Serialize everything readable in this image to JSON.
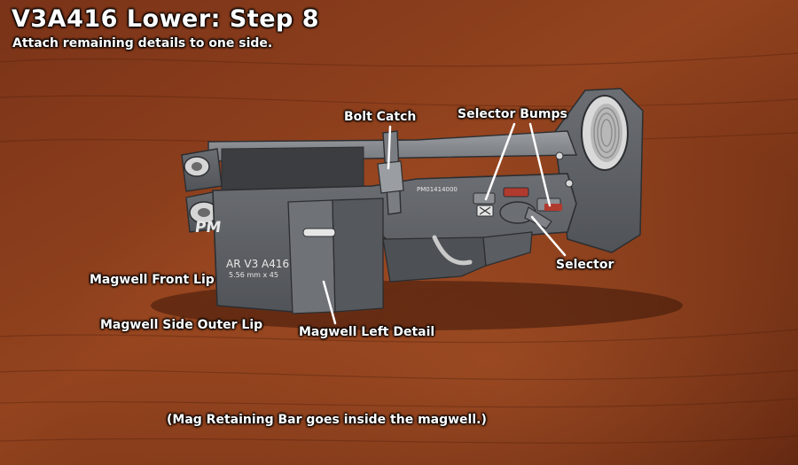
{
  "title": "V3A416 Lower: Step 8",
  "subtitle": "Attach remaining details to one side.",
  "labels": {
    "bolt_catch": "Bolt Catch",
    "selector_bumps": "Selector Bumps",
    "selector": "Selector",
    "magwell_front_lip": "Magwell Front Lip",
    "magwell_side_outer_lip": "Magwell Side Outer Lip",
    "magwell_left_detail": "Magwell Left Detail"
  },
  "note": "(Mag Retaining Bar goes inside the magwell.)",
  "engravings": {
    "logo": "PM",
    "model": "AR V3 A416",
    "caliber": "5.56 mm x 45",
    "serial": "PM01414000"
  },
  "colors": {
    "wood_dark": "#5a2410",
    "wood_mid": "#8a3d1c",
    "wood_light": "#a24e25",
    "paper_gray": "#5e6166",
    "paper_light": "#8a8d92",
    "paper_dark": "#3a3c40",
    "accent_red": "#b03a2e"
  }
}
